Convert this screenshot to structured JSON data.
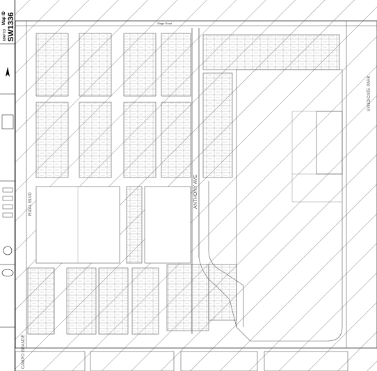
{
  "sheet": {
    "map_label": "MAP ID",
    "sheet_id": "SW1336",
    "sub_label": "Map ID"
  },
  "colors": {
    "hatch": "#7a7a7a",
    "lines": "#3a3a3a",
    "text": "#333333",
    "background": "#ffffff"
  },
  "labels": {
    "street_top": "Stage Road",
    "avenue_mid": "ANTHONY AVE",
    "west_blvd": "RIZAL BLVD",
    "east_park": "SYNDICATE PARK",
    "south_park": "CAMPO GRANDE"
  }
}
